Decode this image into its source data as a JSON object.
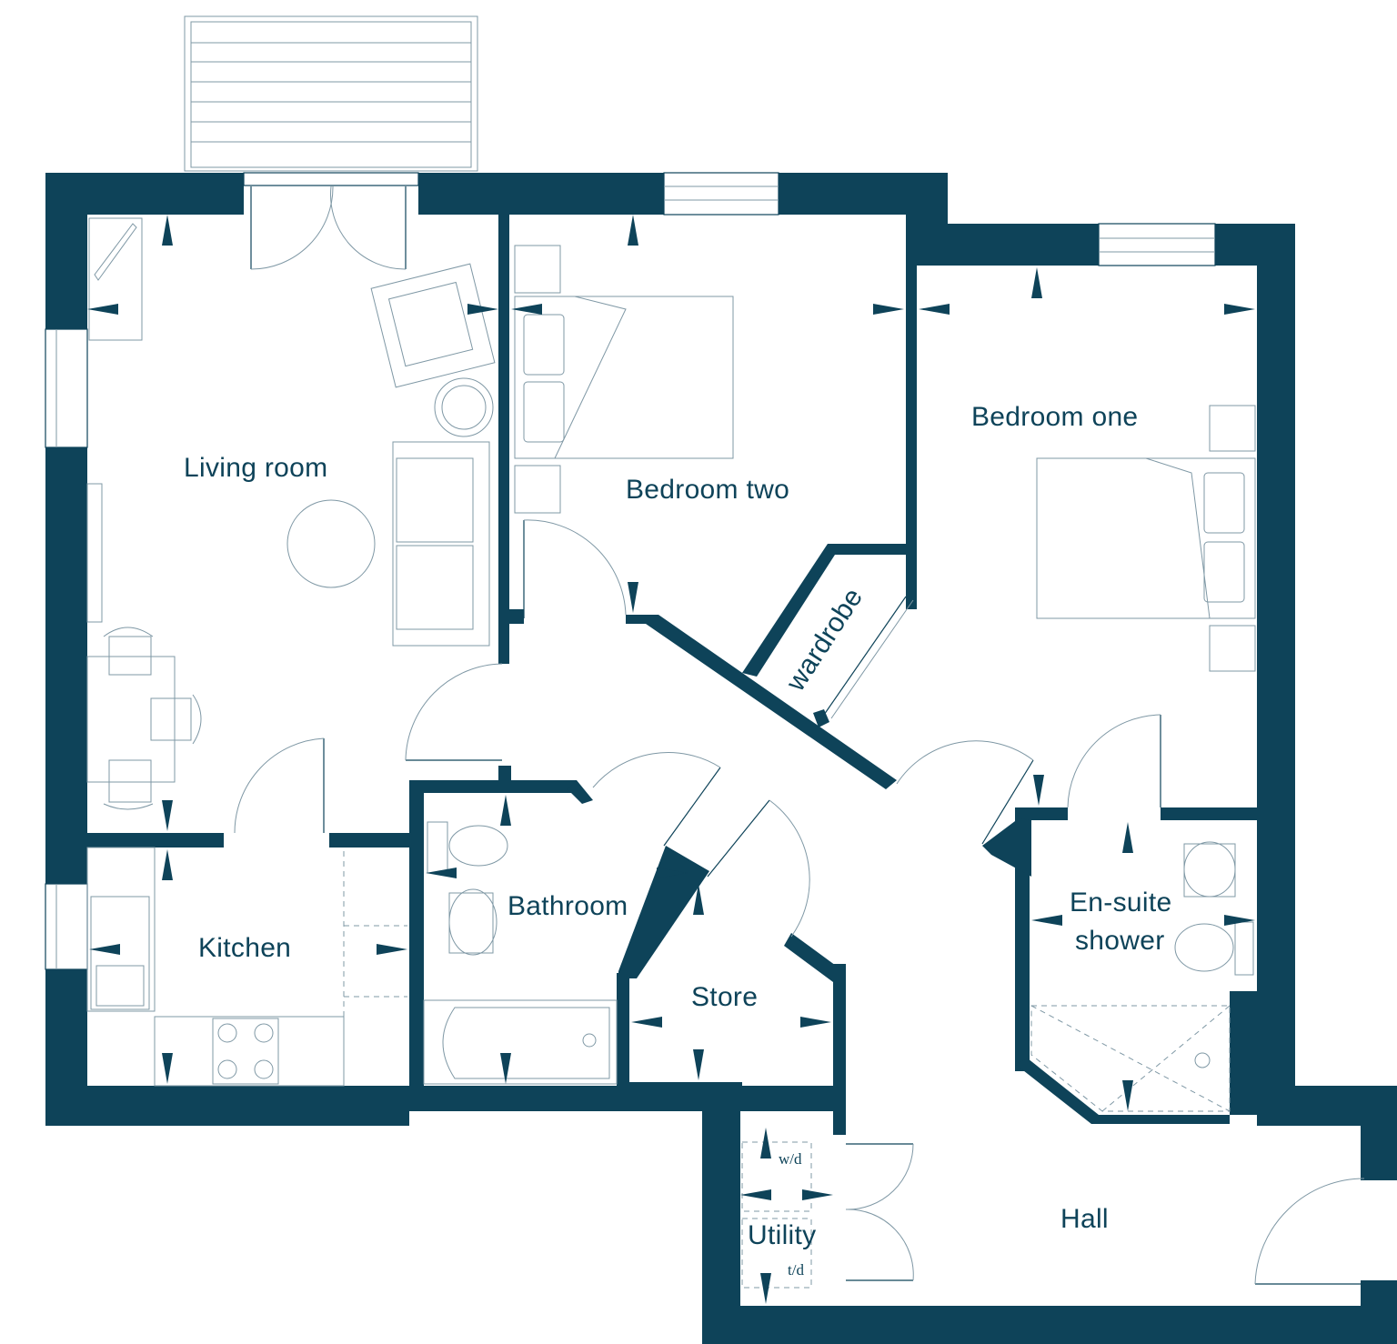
{
  "rooms": {
    "living_room": "Living  room",
    "bedroom_two": "Bedroom two",
    "bedroom_one": "Bedroom one",
    "wardrobe": "wardrobe",
    "kitchen": "Kitchen",
    "bathroom": "Bathroom",
    "store": "Store",
    "ensuite_line1": "En-suite",
    "ensuite_line2": "shower",
    "utility": "Utility",
    "hall": "Hall"
  },
  "appliances": {
    "washer_dryer": "w/d",
    "tumble_dryer": "t/d"
  },
  "colors": {
    "wall": "#0e4359",
    "fixture_line": "#7f98a5",
    "background": "#ffffff"
  },
  "icons": [
    "dimension-arrow-icon",
    "door-swing-icon",
    "window-icon",
    "bed-icon",
    "sofa-icon",
    "toilet-icon",
    "basin-icon",
    "bath-icon",
    "shower-tray-icon",
    "hob-icon",
    "sink-icon"
  ]
}
